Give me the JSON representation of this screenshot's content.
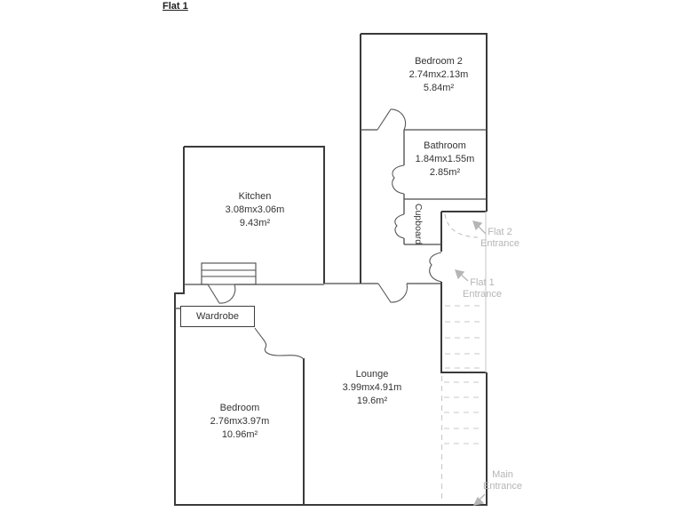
{
  "title": "Flat 1",
  "rooms": {
    "bedroom2": {
      "name": "Bedroom 2",
      "dims": "2.74mx2.13m",
      "area": "5.84m²"
    },
    "bathroom": {
      "name": "Bathroom",
      "dims": "1.84mx1.55m",
      "area": "2.85m²"
    },
    "kitchen": {
      "name": "Kitchen",
      "dims": "3.08mx3.06m",
      "area": "9.43m²"
    },
    "bedroom": {
      "name": "Bedroom",
      "dims": "2.76mx3.97m",
      "area": "10.96m²"
    },
    "lounge": {
      "name": "Lounge",
      "dims": "3.99mx4.91m",
      "area": "19.6m²"
    },
    "cupboard": {
      "name": "Cupboard"
    },
    "wardrobe": {
      "name": "Wardrobe"
    }
  },
  "entrances": {
    "flat2": {
      "line1": "Flat 2",
      "line2": "Entrance"
    },
    "flat1": {
      "line1": "Flat 1",
      "line2": "Entrance"
    },
    "main": {
      "line1": "Main",
      "line2": "Entrance"
    }
  },
  "colors": {
    "wall": "#3a3a3a",
    "inner_wall": "#4a4a4a",
    "light_gray": "#c8c8c8",
    "gray_text": "#b5b5b5"
  }
}
